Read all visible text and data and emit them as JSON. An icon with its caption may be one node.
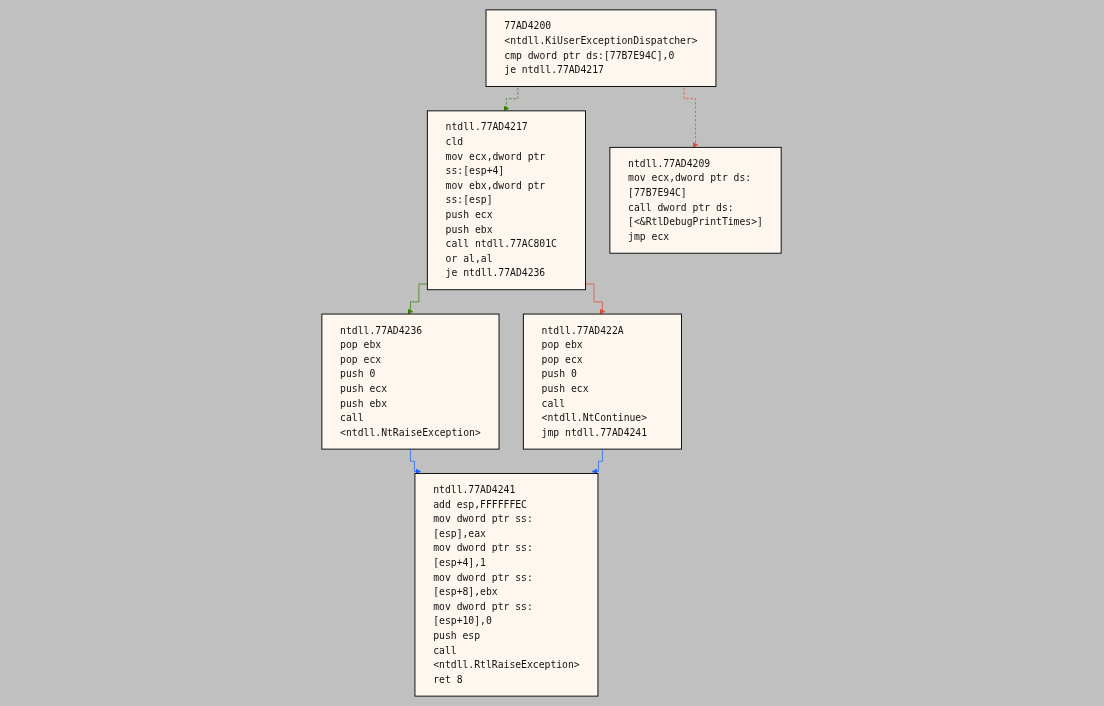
{
  "diagram": {
    "nodes": [
      {
        "text": [
          "77AD4200 <ntdll.KiUserExceptionDispatcher>",
          "cmp dword ptr ds:[77B7E94C],0",
          "je ntdll.77AD4217"
        ]
      },
      {
        "text": [
          "ntdll.77AD4217",
          "cld",
          "mov ecx,dword ptr ss:[esp+4]",
          "mov ebx,dword ptr ss:[esp]",
          "push ecx",
          "push ebx",
          "call ntdll.77AC801C",
          "or al,al",
          "je ntdll.77AD4236"
        ]
      },
      {
        "text": [
          "ntdll.77AD4209",
          "mov ecx,dword ptr ds:[77B7E94C]",
          "call dword ptr ds:[<&RtlDebugPrintTimes>]",
          "jmp ecx"
        ]
      },
      {
        "text": [
          "ntdll.77AD4236",
          "pop ebx",
          "pop ecx",
          "push 0",
          "push ecx",
          "push ebx",
          "call <ntdll.NtRaiseException>"
        ]
      },
      {
        "text": [
          "ntdll.77AD422A",
          "pop ebx",
          "pop ecx",
          "push 0",
          "push ecx",
          "call <ntdll.NtContinue>",
          "jmp ntdll.77AD4241"
        ]
      },
      {
        "text": [
          "ntdll.77AD4241",
          "add esp,FFFFFFEC",
          "mov dword ptr ss:[esp],eax",
          "mov dword ptr ss:[esp+4],1",
          "mov dword ptr ss:[esp+8],ebx",
          "mov dword ptr ss:[esp+10],0",
          "push esp",
          "call <ntdll.RtlRaiseException>",
          "ret 8"
        ]
      }
    ],
    "edges": [
      {
        "from": 0,
        "to": 1,
        "arrow": "to",
        "style": "dashed",
        "color": "#3a7d00"
      },
      {
        "from": 0,
        "to": 2,
        "arrow": "to",
        "style": "dashed",
        "color": "#e04a32"
      },
      {
        "from": 1,
        "to": 3,
        "arrow": "to",
        "color": "#3a7d00"
      },
      {
        "from": 1,
        "to": 4,
        "arrow": "to",
        "color": "#e04a32"
      },
      {
        "from": 3,
        "to": 5,
        "arrow": "to",
        "color": "#1e5fff"
      },
      {
        "from": 4,
        "to": 5,
        "arrow": "to",
        "color": "#1e5fff"
      }
    ]
  }
}
